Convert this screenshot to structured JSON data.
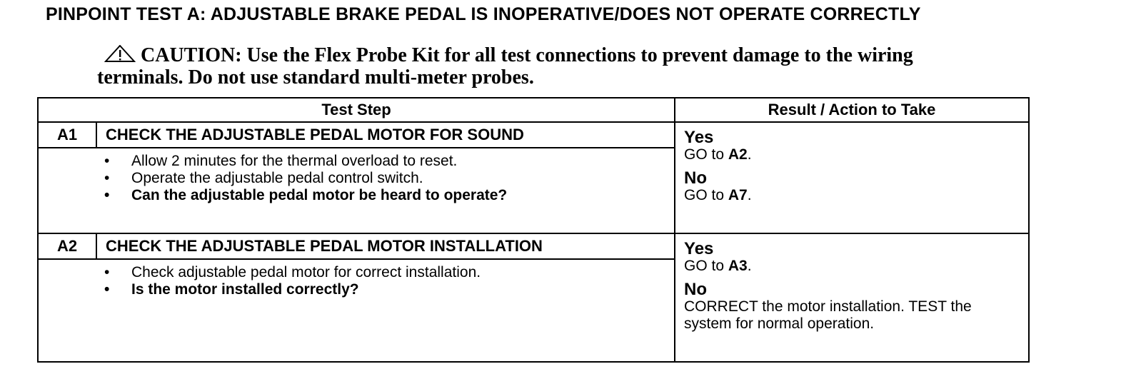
{
  "title": "PINPOINT TEST  A: ADJUSTABLE BRAKE PEDAL IS INOPERATIVE/DOES NOT OPERATE CORRECTLY",
  "caution": {
    "icon": "warning-triangle-icon",
    "text": "CAUTION: Use the Flex Probe Kit for all test connections to prevent damage to the wiring terminals. Do not use standard multi-meter probes."
  },
  "table": {
    "headers": [
      "Test Step",
      "Result / Action to Take"
    ],
    "steps": [
      {
        "id": "A1",
        "heading": "CHECK THE ADJUSTABLE PEDAL MOTOR FOR SOUND",
        "bullets": [
          "Allow 2 minutes for the thermal overload to reset.",
          "Operate the adjustable pedal control switch.",
          "Can the adjustable pedal motor be heard to operate?"
        ],
        "yes_label": "Yes",
        "yes_action_prefix": "GO to ",
        "yes_action_ref": "A2",
        "no_label": "No",
        "no_action_prefix": "GO to ",
        "no_action_ref": "A7"
      },
      {
        "id": "A2",
        "heading": "CHECK THE ADJUSTABLE PEDAL MOTOR INSTALLATION",
        "bullets": [
          "Check adjustable pedal motor for correct installation.",
          "Is the motor installed correctly?"
        ],
        "yes_label": "Yes",
        "yes_action_prefix": "GO to ",
        "yes_action_ref": "A3",
        "no_label": "No",
        "no_action_text": "CORRECT the motor installation. TEST the system for normal operation."
      }
    ]
  }
}
